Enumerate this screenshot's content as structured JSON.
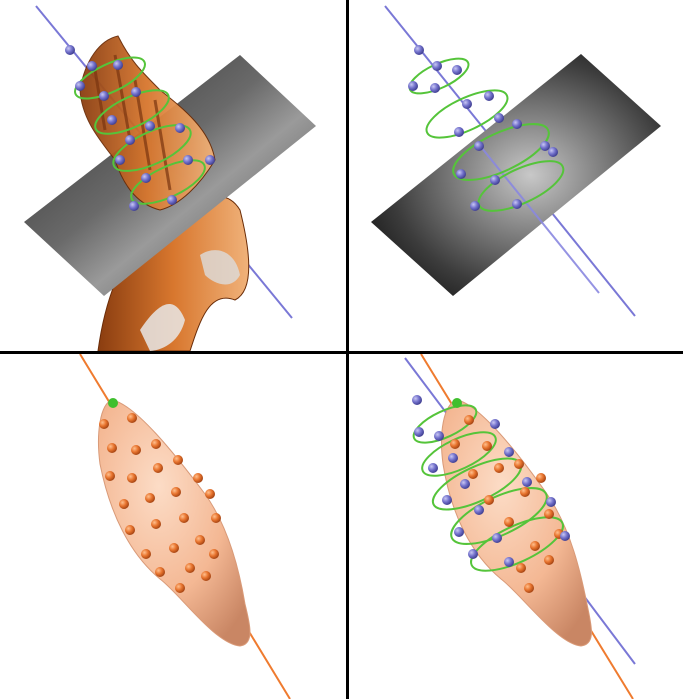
{
  "colors": {
    "background": "#ffffff",
    "divider": "#000000",
    "axis_blue": "#7a78d6",
    "axis_orange": "#ef7b2f",
    "marker_blue": "#6f6fc8",
    "marker_orange": "#e8742e",
    "helix_green": "#55c43a",
    "tip_green": "#3fbf2e",
    "surface_peach": "#f4b894",
    "anatomy_orange": "#c8641e",
    "mri_slice": "#5a5a5a"
  },
  "panels": [
    {
      "id": "p1",
      "content": "mri-slice-with-anatomy-and-helix"
    },
    {
      "id": "p2",
      "content": "mri-slice-with-helix"
    },
    {
      "id": "p3",
      "content": "surface-model-with-marker-points"
    },
    {
      "id": "p4",
      "content": "surface-model-with-helix-and-markers"
    }
  ]
}
